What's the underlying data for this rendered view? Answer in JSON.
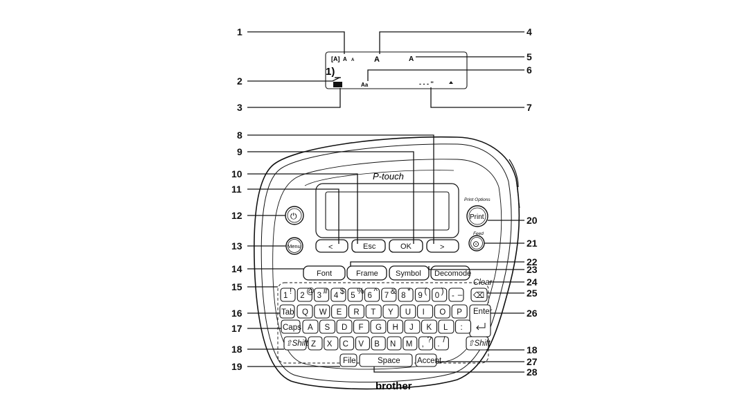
{
  "brand": {
    "logo": "brother",
    "model_script": "P-touch"
  },
  "lcd_icons": [
    "[A]",
    "A",
    "A",
    "A",
    "A",
    "1)",
    "Aa",
    "- - - ''"
  ],
  "callouts": [
    "1",
    "2",
    "3",
    "4",
    "5",
    "6",
    "7",
    "8",
    "9",
    "10",
    "11",
    "12",
    "13",
    "14",
    "15",
    "16",
    "17",
    "18",
    "18",
    "19",
    "20",
    "21",
    "22",
    "23",
    "24",
    "25",
    "26",
    "27",
    "28"
  ],
  "nav_keys": {
    "left": "<",
    "esc": "Esc",
    "ok": "OK",
    "right": ">"
  },
  "side_keys": {
    "power": "⏻",
    "menu": "Menu",
    "print": "Print",
    "print_caption": "Print Options",
    "feed": "⊙",
    "feed_caption": "Feed"
  },
  "function_keys": [
    "Font",
    "Frame",
    "Symbol",
    "Decomode"
  ],
  "number_row": [
    "1",
    "2",
    "3",
    "4",
    "5",
    "6",
    "7",
    "8",
    "9",
    "0",
    "-"
  ],
  "number_row_shift": [
    "!",
    "@",
    "#",
    "$",
    "%",
    "^",
    "&",
    "*",
    "(",
    ")",
    "_"
  ],
  "letter_row_1": [
    "Q",
    "W",
    "E",
    "R",
    "T",
    "Y",
    "U",
    "I",
    "O",
    "P"
  ],
  "letter_row_2": [
    "A",
    "S",
    "D",
    "F",
    "G",
    "H",
    "J",
    "K",
    "L",
    ":"
  ],
  "letter_row_3": [
    "Z",
    "X",
    "C",
    "V",
    "B",
    "N",
    "M",
    ",",
    "."
  ],
  "letter_row_3_shift": [
    "",
    "",
    "",
    "",
    "",
    "",
    "",
    "?",
    "/"
  ],
  "modifier_keys": {
    "tab": "Tab",
    "caps": "Caps",
    "shift_left": "⇧Shift",
    "shift_right": "⇧Shift",
    "enter": "Enter",
    "backspace": "⌫",
    "backspace_caption": "Clear"
  },
  "bottom_keys": {
    "file": "File",
    "space": "Space",
    "accent": "Accent"
  }
}
